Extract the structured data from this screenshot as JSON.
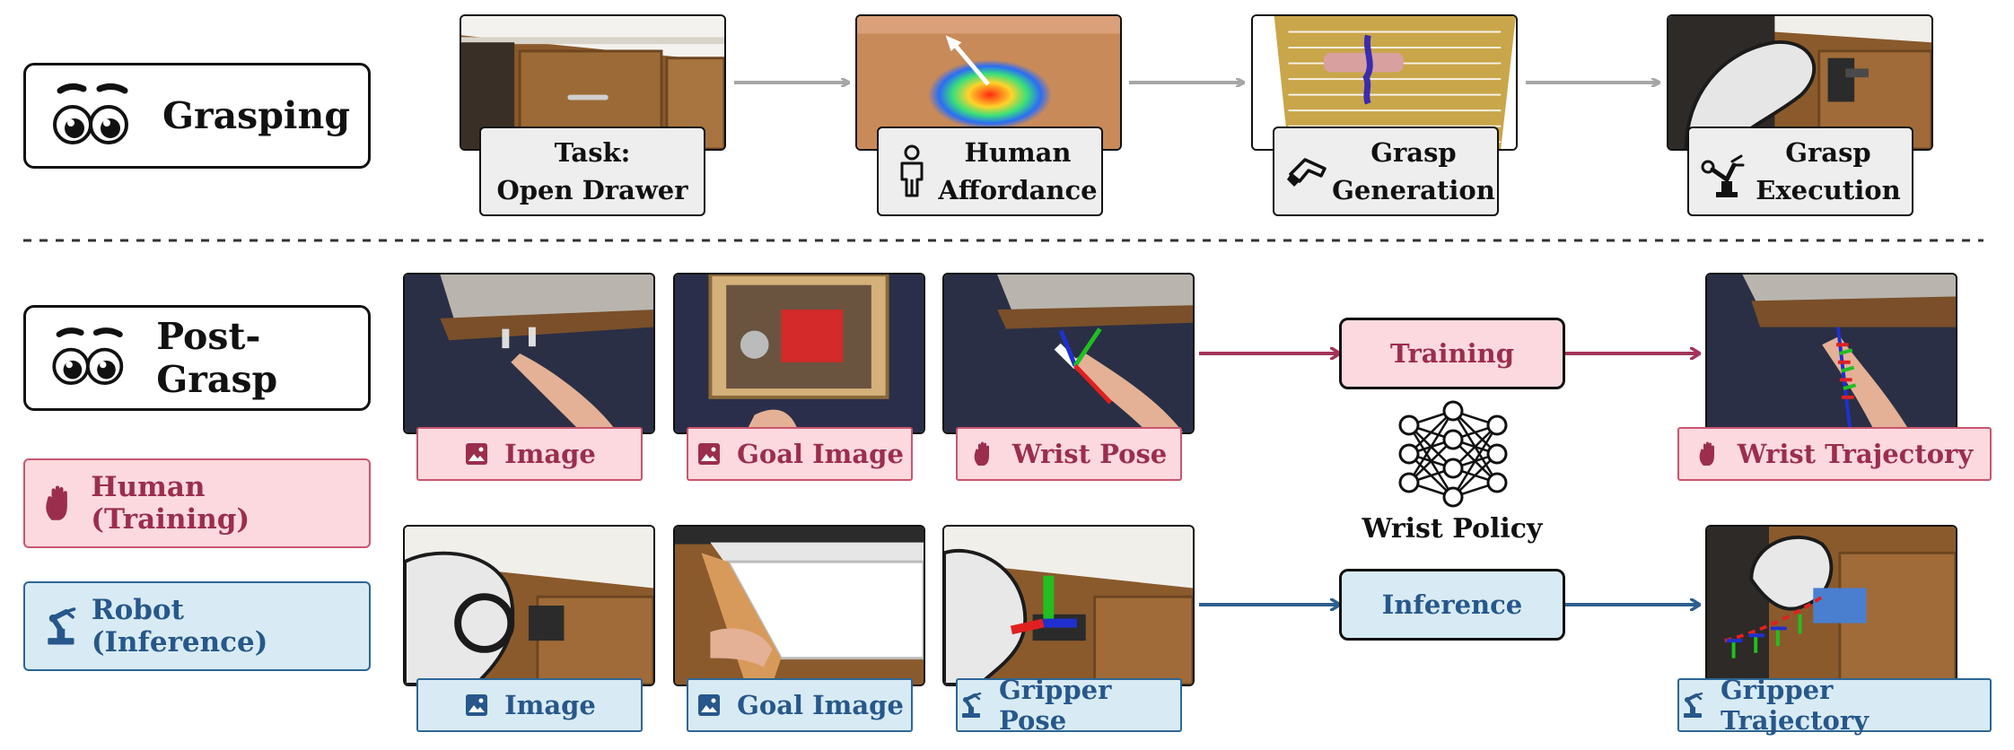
{
  "grasping": {
    "label": "Grasping",
    "steps": [
      {
        "line1": "Task:",
        "line2": "Open Drawer"
      },
      {
        "line1": "Human",
        "line2": "Affordance",
        "icon": "person-icon"
      },
      {
        "line1": "Grasp",
        "line2": "Generation",
        "icon": "gripper-icon"
      },
      {
        "line1": "Grasp",
        "line2": "Execution",
        "icon": "robot-arm-icon"
      }
    ]
  },
  "post_grasp": {
    "label": "Post-Grasp",
    "legend": {
      "human": "Human (Training)",
      "robot": "Robot (Inference)"
    },
    "human_row": {
      "tags": [
        "Image",
        "Goal Image",
        "Wrist Pose"
      ],
      "output": "Wrist Trajectory"
    },
    "robot_row": {
      "tags": [
        "Image",
        "Goal Image",
        "Gripper Pose"
      ],
      "output": "Gripper Trajectory"
    },
    "training_label": "Training",
    "inference_label": "Inference",
    "policy_label": "Wrist Policy"
  },
  "colors": {
    "human_fill": "#fbd9df",
    "human_text": "#9b2e4c",
    "robot_fill": "#d8ebf4",
    "robot_text": "#27578b",
    "arrow_gray": "#a6a6a6",
    "arrow_human": "#a3345a",
    "arrow_robot": "#2e5f8f"
  }
}
